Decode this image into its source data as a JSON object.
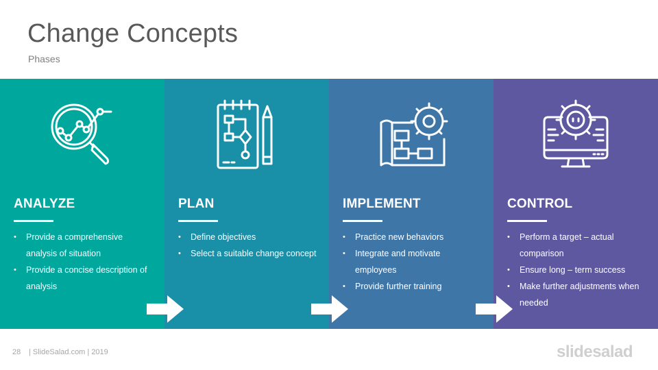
{
  "title": "Change Concepts",
  "subtitle": "Phases",
  "panels": [
    {
      "heading": "ANALYZE",
      "color": "#00A79D",
      "icon": "magnifier-chart-icon",
      "bullets": [
        "Provide a comprehensive analysis of situation",
        "Provide a concise description of analysis"
      ]
    },
    {
      "heading": "PLAN",
      "color": "#1A8FA8",
      "icon": "notepad-flowchart-icon",
      "bullets": [
        "Define objectives",
        "Select a suitable change concept"
      ]
    },
    {
      "heading": "IMPLEMENT",
      "color": "#3F76A8",
      "icon": "blueprint-gear-icon",
      "bullets": [
        "Practice new behaviors",
        "Integrate and motivate employees",
        "Provide further training"
      ]
    },
    {
      "heading": "CONTROL",
      "color": "#5D58A0",
      "icon": "monitor-gear-icon",
      "bullets": [
        "Perform  a target – actual comparison",
        "Ensure long – term success",
        "Make further adjustments when needed"
      ]
    }
  ],
  "footer": {
    "page_number": "28",
    "text": "| SlideSalad.com | 2019",
    "logo": "slidesalad"
  }
}
